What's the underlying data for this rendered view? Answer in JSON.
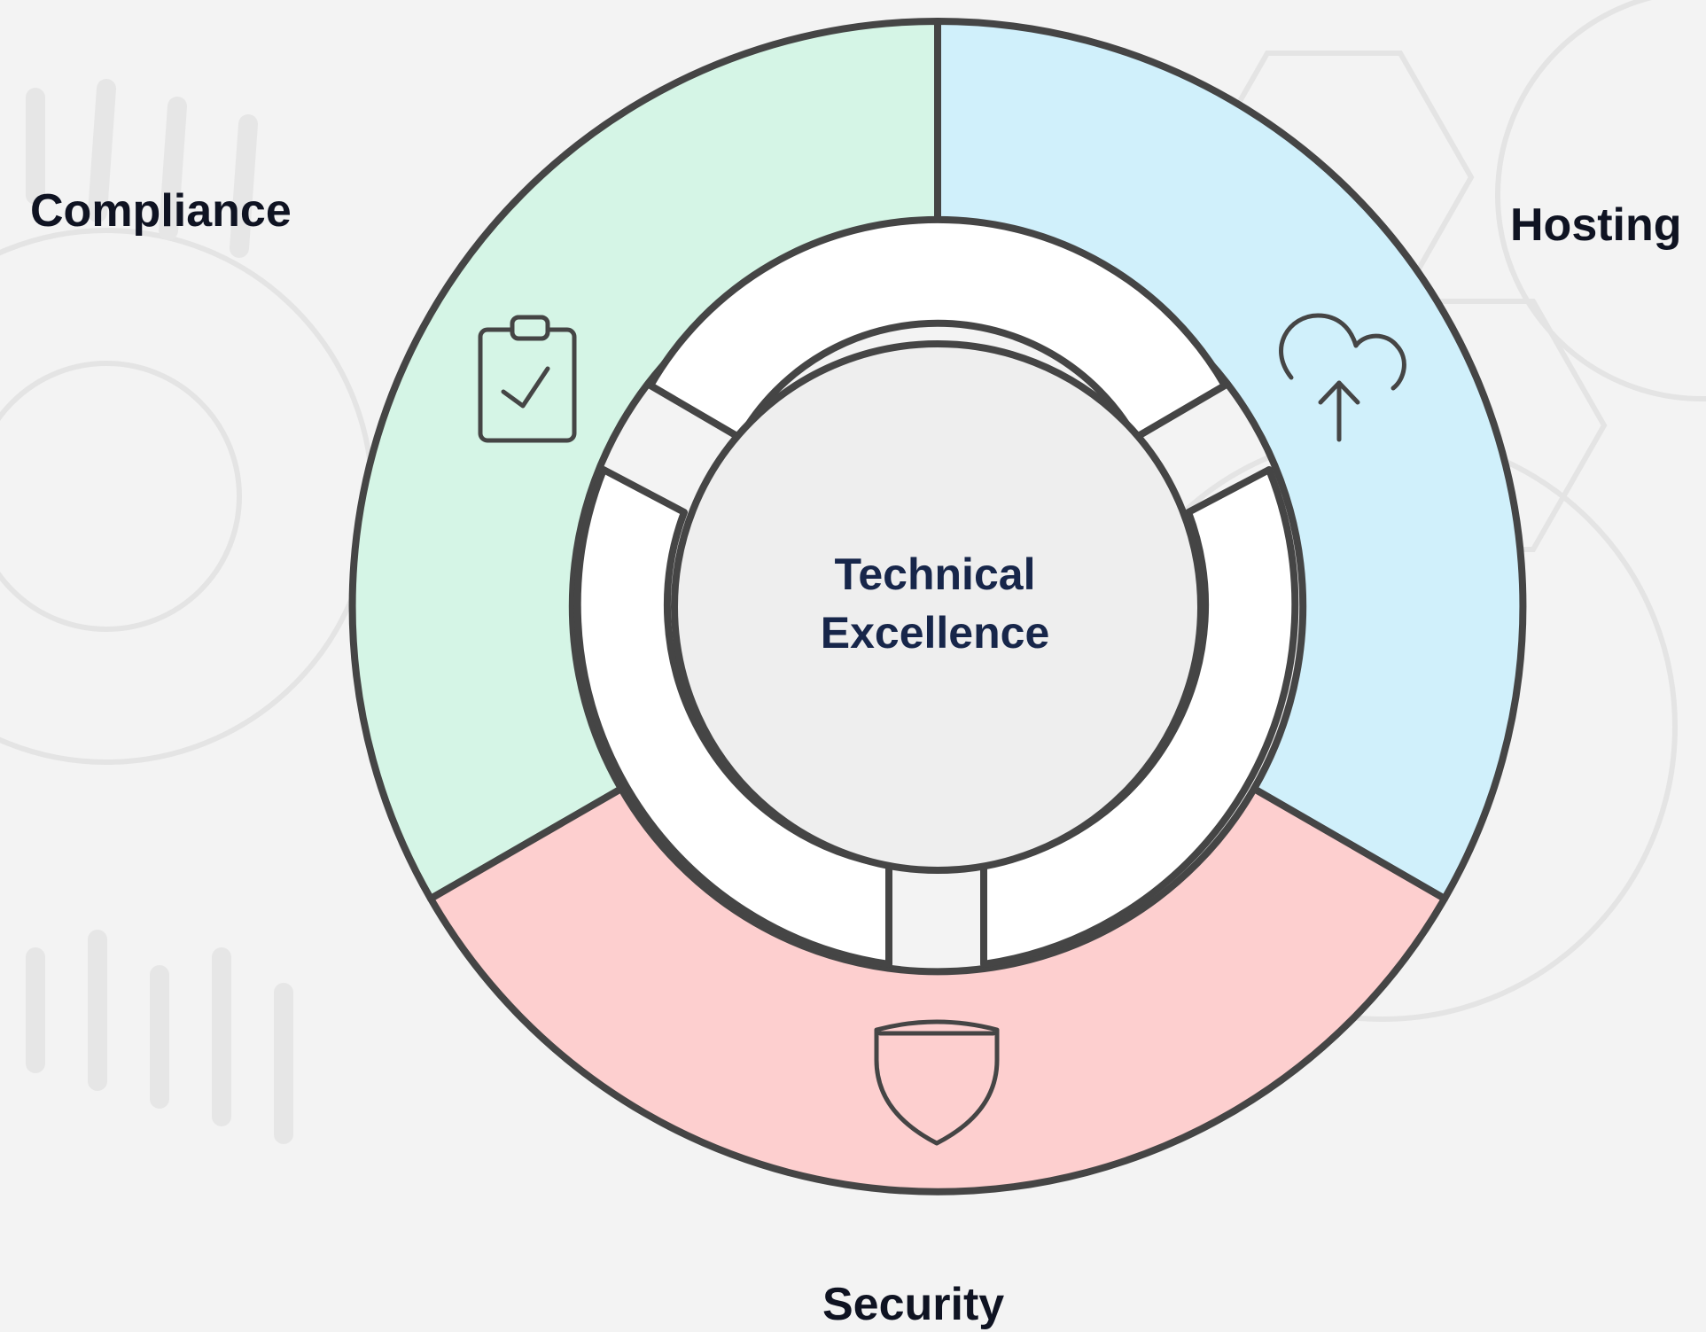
{
  "center": {
    "line1": "Technical",
    "line2": "Excellence"
  },
  "segments": [
    {
      "id": "compliance",
      "label": "Compliance",
      "icon": "clipboard-check-icon",
      "color": "#d5f5e6"
    },
    {
      "id": "hosting",
      "label": "Hosting",
      "icon": "cloud-upload-icon",
      "color": "#d0f0fb"
    },
    {
      "id": "security",
      "label": "Security",
      "icon": "shield-icon",
      "color": "#fdcfcf"
    }
  ],
  "colors": {
    "stroke": "#454545",
    "center_fill": "#eeeeee",
    "ring_fill": "#ffffff"
  }
}
